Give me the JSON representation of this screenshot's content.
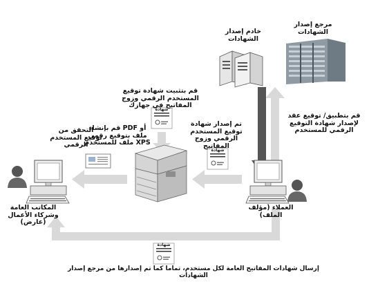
{
  "labels": {
    "ca": "مرجع إصدار الشهادات",
    "server": "خادم إصدار الشهادات",
    "apply": "قم بتطبيق/ توقيع عقد لإصدار شهادة التوقيع الرقمي للمستخدم",
    "install": "قم بتثبيت شهادة توقيع المستخدم الرقمي وزوج المفاتيح في جهازك",
    "issued": "تم إصدار شهادة توقيع المستخدم الرقمي وزوج المفاتيح",
    "create_pdf": "أو PDF قم بإنشاء ملف بتوقيع رقمي XPS ملف للمستخدم",
    "verify": "التحقق من توقيع المستخدم الرقمي",
    "client": "العملاء (مؤلف الملف)",
    "public": "المكاتب العامة وشركاء الأعمال (عارض)",
    "footer": "إرسال شهادات المفاتيح العامة لكل مستخدم، تماما كما تم إصدارها من مرجع إصدار الشهادات"
  },
  "certificate_caption": "شهادة",
  "colors": {
    "arrow": "#d9d9d9",
    "dark_arrow": "#555555",
    "building": "#8f9aa3"
  }
}
